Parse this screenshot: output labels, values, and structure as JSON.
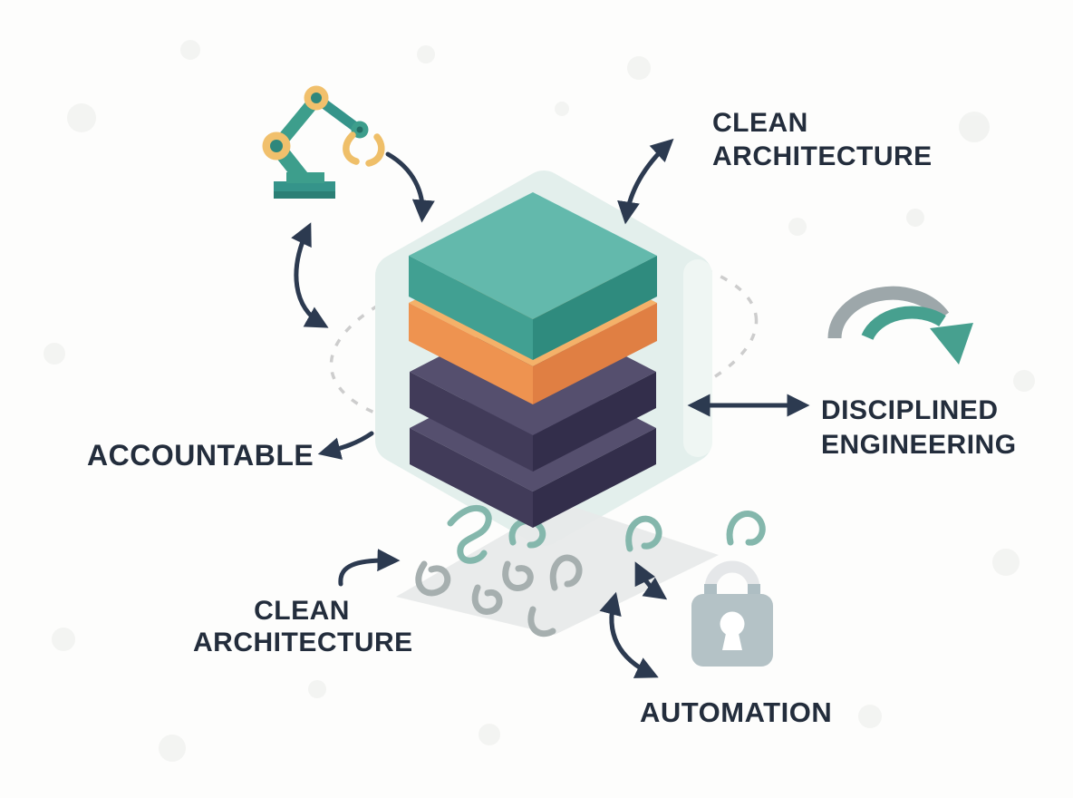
{
  "diagram_title": "Engineering principles layer-stack diagram",
  "labels": {
    "clean_architecture_top": "CLEAN\nARCHITECTURE",
    "disciplined_engineering": "DISCIPLINED\nENGINEERING",
    "accountable": "ACCOUNTABLE",
    "clean_architecture_bottom": "CLEAN\nARCHITECTURE",
    "automation": "AUTOMATION"
  },
  "stack": {
    "shape": "rounded hexagon backdrop with 4 isometric slabs",
    "layers": [
      {
        "name": "layer-1-top",
        "color": "#63b9ac"
      },
      {
        "name": "layer-2",
        "color": "#f4b169"
      },
      {
        "name": "layer-3",
        "color": "#554f6e"
      },
      {
        "name": "layer-4",
        "color": "#554f6e"
      }
    ],
    "backdrop_color": "#e3efec",
    "platform_color": "#e7e9e9",
    "dashed_orbit_color": "#cdcdcd"
  },
  "icons": [
    {
      "name": "robot-arm-icon",
      "position": "top-left",
      "colors": [
        "#3d9e8c",
        "#f1c06c"
      ]
    },
    {
      "name": "padlock-icon",
      "position": "bottom-right",
      "colors": [
        "#b4c2c6",
        "#e5e7e9"
      ]
    },
    {
      "name": "swoosh-arrow-icon",
      "position": "right",
      "colors": [
        "#9da7aa",
        "#47a08f"
      ]
    }
  ],
  "arrows": [
    {
      "name": "arrow-robot-stack",
      "type": "curved double-headed",
      "between": [
        "robot-arm",
        "stack"
      ]
    },
    {
      "name": "arrow-claw-stack",
      "type": "curved",
      "between": [
        "robot-arm-claw",
        "stack-top"
      ]
    },
    {
      "name": "arrow-clean-architecture-top",
      "type": "curved double-headed",
      "between": [
        "clean-architecture-top",
        "stack-top"
      ]
    },
    {
      "name": "arrow-disciplined",
      "type": "straight double-headed",
      "between": [
        "stack",
        "disciplined-engineering"
      ]
    },
    {
      "name": "arrow-accountable",
      "type": "curved",
      "between": [
        "stack",
        "accountable"
      ]
    },
    {
      "name": "arrow-clean-architecture-bottom",
      "type": "curved",
      "between": [
        "clean-architecture-bottom",
        "platform"
      ]
    },
    {
      "name": "arrow-lock-stack",
      "type": "curved double-headed",
      "between": [
        "platform",
        "padlock"
      ]
    },
    {
      "name": "arrow-automation",
      "type": "curved double-headed",
      "between": [
        "platform",
        "automation"
      ]
    }
  ],
  "colors": {
    "background": "#fdfdfc",
    "text": "#232d3c",
    "arrow": "#2c3a50"
  }
}
